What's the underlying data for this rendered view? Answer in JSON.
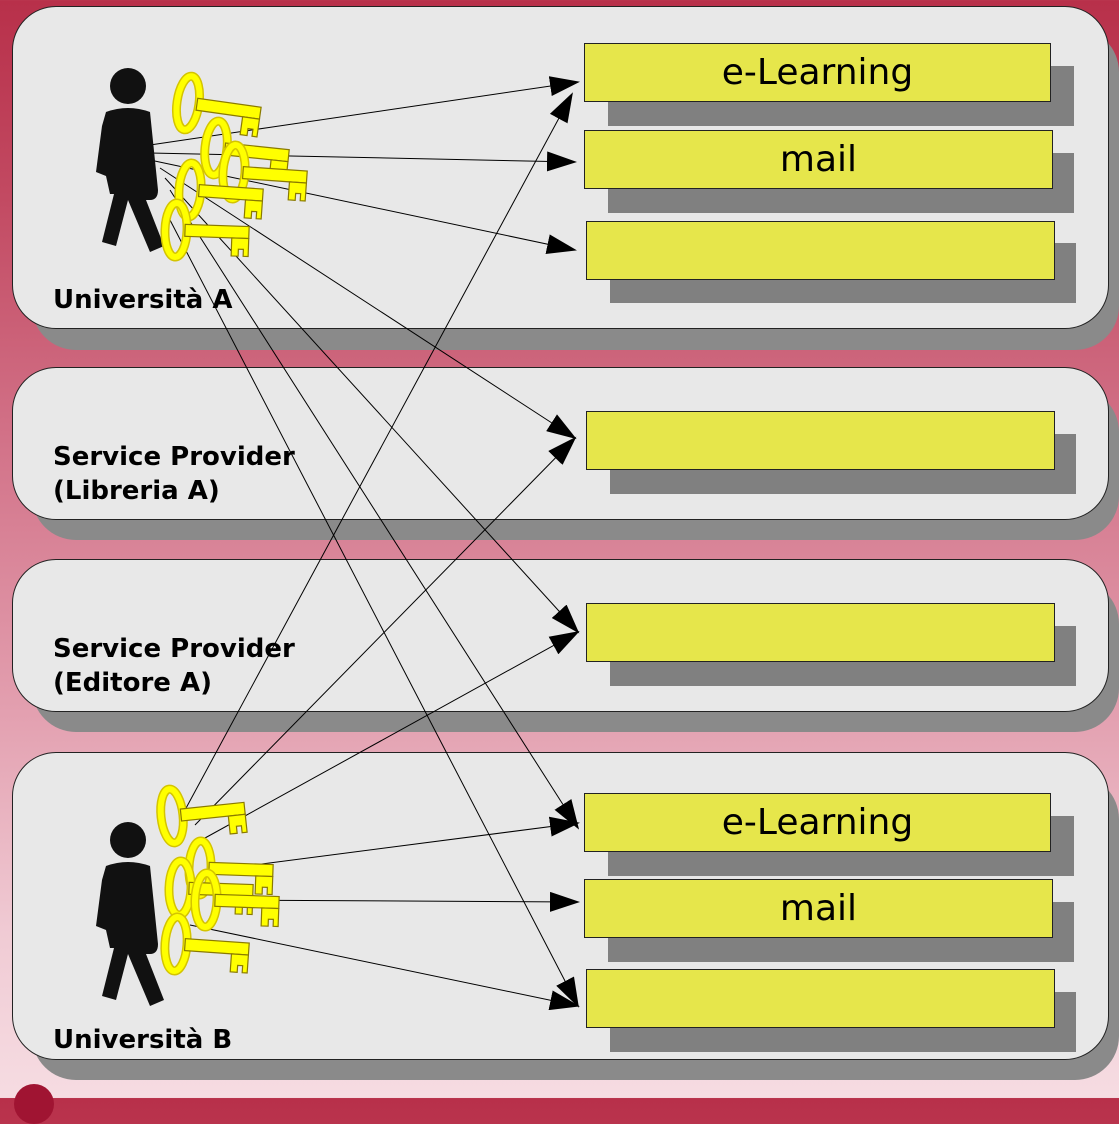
{
  "panels": [
    {
      "label": "Università A"
    },
    {
      "label": "Service Provider\n(Libreria A)"
    },
    {
      "label": "Service Provider\n(Editore A)"
    },
    {
      "label": "Università B"
    }
  ],
  "services": [
    {
      "label": "e-Learning"
    },
    {
      "label": "mail"
    },
    {
      "label": ""
    },
    {
      "label": ""
    },
    {
      "label": ""
    },
    {
      "label": "e-Learning"
    },
    {
      "label": "mail"
    },
    {
      "label": ""
    }
  ],
  "colors": {
    "panel_fill": "#e8e8e8",
    "service_fill": "#e6e64b",
    "key_fill": "#ffff00",
    "person_fill": "#111111"
  },
  "icons": [
    "person-icon",
    "key-icon"
  ]
}
